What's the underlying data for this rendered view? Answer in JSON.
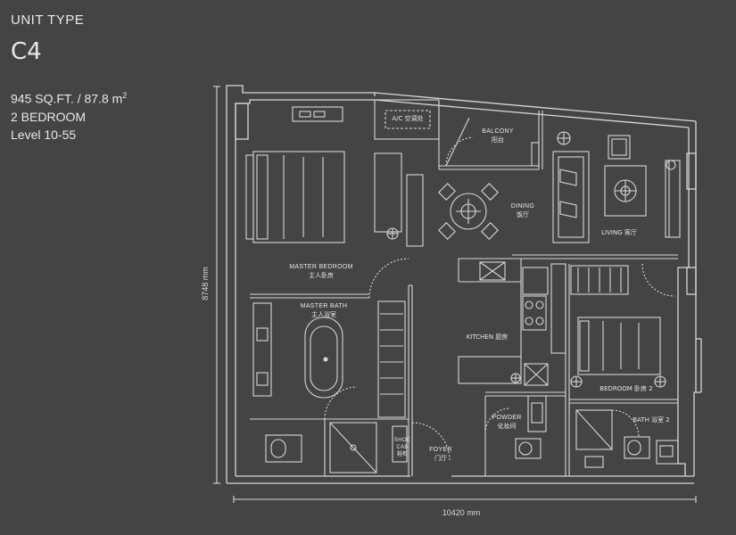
{
  "unit_type_label": "UNIT TYPE",
  "unit_code": "C4",
  "area": "945 SQ.FT. / 87.8 m",
  "area_unit_sup": "2",
  "bedrooms": "2 BEDROOM",
  "levels": "Level 10-55",
  "rooms": {
    "ac_ledge": "A/C 空调处",
    "balcony": "BALCONY",
    "balcony_cn": "阳台",
    "dining": "DINING",
    "dining_cn": "饭厅",
    "living": "LIVING 客厅",
    "master_bedroom": "MASTER BEDROOM",
    "master_bedroom_cn": "主人卧房",
    "master_bath": "MASTER BATH",
    "master_bath_cn": "主人浴室",
    "kitchen": "KITCHEN 厨房",
    "bedroom2": "BEDROOM 卧房 2",
    "bath2": "BATH 浴室 2",
    "powder": "POWDER",
    "powder_cn": "化妆间",
    "foyer": "FOYER",
    "foyer_cn": "门厅",
    "shoe_cab": "SHOE",
    "shoe_cab2": "CAB",
    "shoe_cab_cn": "鞋柜"
  },
  "dimensions": {
    "height": "8748 mm",
    "width": "10420 mm"
  }
}
